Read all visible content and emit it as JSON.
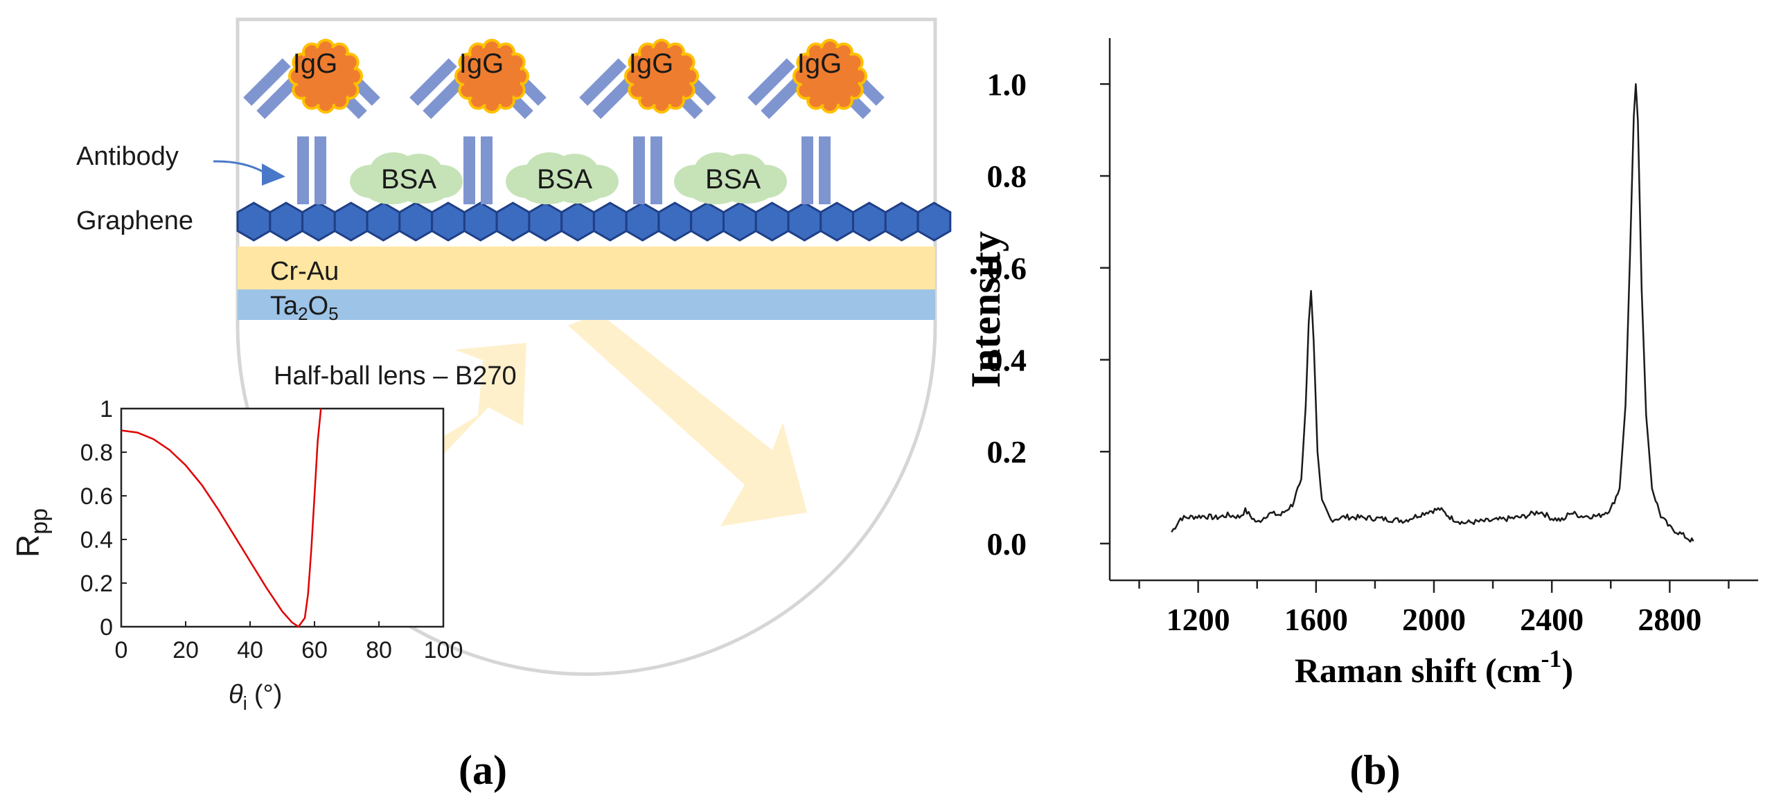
{
  "panel_a": {
    "caption": "(a)",
    "labels": {
      "igg": "IgG",
      "antibody": "Antibody",
      "bsa": "BSA",
      "graphene": "Graphene",
      "cr_au": "Cr-Au",
      "ta2o5": "Ta2O5",
      "ta2o5_base": "Ta",
      "ta2o5_sub1": "2",
      "ta2o5_mid": "O",
      "ta2o5_sub2": "5",
      "lens": "Half-ball lens – B270"
    },
    "colors": {
      "antibody": "#7f95d0",
      "igg_fill": "#ef7d2f",
      "igg_border": "#ffc000",
      "bsa": "#c6e3b8",
      "graphene": "#3b6cc0",
      "graphene_edge": "#1f3f86",
      "cr_au": "#ffe6a2",
      "ta2o5": "#9dc3e6",
      "lens_outline": "#d6d6d6",
      "light_beam": "#fff0cc"
    },
    "inset": {
      "ylabel_base": "R",
      "ylabel_sub": "pp",
      "xlabel_base": "θ",
      "xlabel_sub": "i",
      "xlabel_unit": "(°)",
      "xticks": [
        "0",
        "20",
        "40",
        "60",
        "80",
        "100"
      ],
      "yticks": [
        "0",
        "0.2",
        "0.4",
        "0.6",
        "0.8",
        "1"
      ],
      "curve_color": "#e00000"
    }
  },
  "panel_b": {
    "caption": "(b)",
    "ylabel": "Intensity",
    "xlabel_base": "Raman shift (cm",
    "xlabel_sup": "-1",
    "xlabel_end": ")",
    "line_color": "#1a1a1a"
  },
  "chart_data": [
    {
      "type": "line",
      "name": "inset",
      "xlabel": "θi (°)",
      "ylabel": "Rpp",
      "xlim": [
        0,
        100
      ],
      "ylim": [
        0,
        1
      ],
      "x": [
        0,
        5,
        10,
        15,
        20,
        25,
        30,
        35,
        40,
        45,
        50,
        53,
        55,
        57,
        58,
        59,
        60,
        61,
        62
      ],
      "y": [
        0.9,
        0.89,
        0.86,
        0.81,
        0.74,
        0.65,
        0.54,
        0.42,
        0.3,
        0.18,
        0.07,
        0.02,
        0.0,
        0.04,
        0.15,
        0.35,
        0.6,
        0.85,
        1.0
      ],
      "grid": false
    },
    {
      "type": "line",
      "name": "raman",
      "xlabel": "Raman shift (cm-1)",
      "ylabel": "Intensity",
      "xlim": [
        900,
        3100
      ],
      "ylim": [
        -0.08,
        1.1
      ],
      "xticks": [
        1200,
        1600,
        2000,
        2400,
        2800
      ],
      "yticks": [
        0.0,
        0.2,
        0.4,
        0.6,
        0.8,
        1.0
      ],
      "ytick_labels": [
        "0.0",
        "0.2",
        "0.4",
        "0.6",
        "0.8",
        "1.0"
      ],
      "grid": false,
      "peaks": [
        {
          "position": 1583,
          "height": 0.55,
          "width": 16
        },
        {
          "position": 2685,
          "height": 1.0,
          "width": 22
        }
      ],
      "x": [
        1110,
        1140,
        1180,
        1220,
        1260,
        1300,
        1340,
        1360,
        1400,
        1440,
        1480,
        1520,
        1550,
        1565,
        1575,
        1583,
        1592,
        1605,
        1620,
        1650,
        1700,
        1800,
        1900,
        1980,
        2020,
        2060,
        2100,
        2200,
        2300,
        2360,
        2400,
        2440,
        2460,
        2500,
        2560,
        2600,
        2630,
        2650,
        2665,
        2678,
        2685,
        2692,
        2705,
        2720,
        2740,
        2770,
        2800,
        2840,
        2870,
        2880
      ],
      "y": [
        0.025,
        0.055,
        0.058,
        0.06,
        0.056,
        0.062,
        0.058,
        0.072,
        0.045,
        0.066,
        0.062,
        0.085,
        0.14,
        0.3,
        0.48,
        0.55,
        0.44,
        0.2,
        0.09,
        0.052,
        0.058,
        0.055,
        0.05,
        0.07,
        0.075,
        0.055,
        0.045,
        0.05,
        0.058,
        0.07,
        0.055,
        0.05,
        0.068,
        0.06,
        0.06,
        0.075,
        0.12,
        0.3,
        0.62,
        0.93,
        1.0,
        0.92,
        0.55,
        0.28,
        0.12,
        0.06,
        0.035,
        0.02,
        0.008,
        0.005
      ]
    }
  ]
}
